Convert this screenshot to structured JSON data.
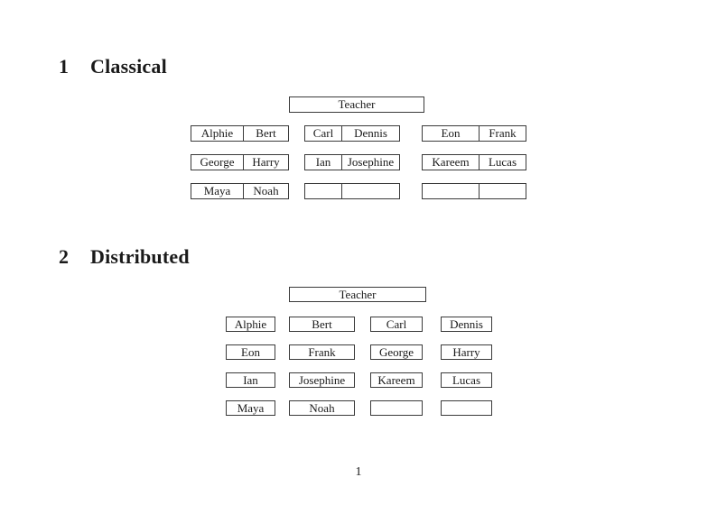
{
  "page_number": "1",
  "classical": {
    "heading_number": "1",
    "heading_title": "Classical",
    "teacher_label": "Teacher",
    "rows": [
      [
        [
          "Alphie",
          "Bert"
        ],
        [
          "Carl",
          "Dennis"
        ],
        [
          "Eon",
          "Frank"
        ]
      ],
      [
        [
          "George",
          "Harry"
        ],
        [
          "Ian",
          "Josephine"
        ],
        [
          "Kareem",
          "Lucas"
        ]
      ],
      [
        [
          "Maya",
          "Noah"
        ],
        [
          "",
          ""
        ],
        [
          "",
          ""
        ]
      ]
    ]
  },
  "distributed": {
    "heading_number": "2",
    "heading_title": "Distributed",
    "teacher_label": "Teacher",
    "rows": [
      [
        "Alphie",
        "Bert",
        "Carl",
        "Dennis"
      ],
      [
        "Eon",
        "Frank",
        "George",
        "Harry"
      ],
      [
        "Ian",
        "Josephine",
        "Kareem",
        "Lucas"
      ],
      [
        "Maya",
        "Noah",
        "",
        ""
      ]
    ]
  }
}
